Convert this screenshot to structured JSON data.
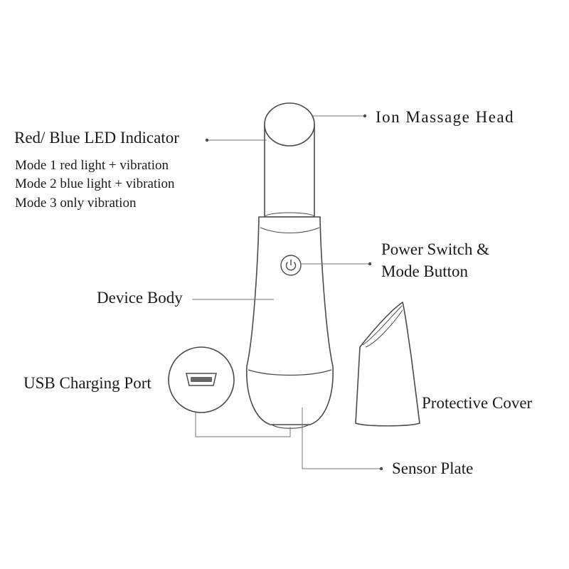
{
  "labels": {
    "ion_massage_head": "Ion Massage Head",
    "led_indicator": "Red/ Blue LED Indicator",
    "modes": [
      "Mode 1 red light + vibration",
      "Mode 2 blue light + vibration",
      "Mode 3 only vibration"
    ],
    "power_switch_line1": "Power Switch &",
    "power_switch_line2": "Mode Button",
    "device_body": "Device Body",
    "usb_port": "USB Charging Port",
    "protective_cover": "Protective Cover",
    "sensor_plate": "Sensor Plate"
  },
  "colors": {
    "stroke": "#4a4a4a",
    "text": "#1a1a1a",
    "background": "#ffffff"
  },
  "icons": [
    "power-icon",
    "micro-usb-port-icon"
  ]
}
